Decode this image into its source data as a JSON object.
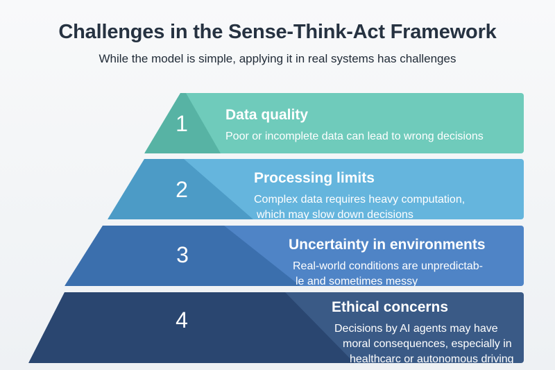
{
  "header": {
    "title": "Challenges in the Sense-Think-Act Framework",
    "subtitle": "While the model is simple, applying it in real systems has challenges"
  },
  "tiers": [
    {
      "number": "1",
      "title": "Data quality",
      "desc_lines": [
        "Poor or incomplete data can lead to wrong decisions"
      ],
      "color": "#6fcbbb",
      "shade": "#57b3a4"
    },
    {
      "number": "2",
      "title": "Processing limits",
      "desc_lines": [
        "Complex data requires heavy computation,",
        "which may slow down decisions"
      ],
      "color": "#65b5dd",
      "shade": "#4c9bc6"
    },
    {
      "number": "3",
      "title": "Uncertainty in environments",
      "desc_lines": [
        "Real-world conditions are unpredictab-",
        "le and sometimes messy"
      ],
      "color": "#4f84c6",
      "shade": "#3b6fad"
    },
    {
      "number": "4",
      "title": "Ethical concerns",
      "desc_lines": [
        "Decisions by AI agents may have",
        "moral consequences, especially in",
        "healthcarc or autonomous driving"
      ],
      "color": "#3a5a86",
      "shade": "#2a4670"
    }
  ]
}
